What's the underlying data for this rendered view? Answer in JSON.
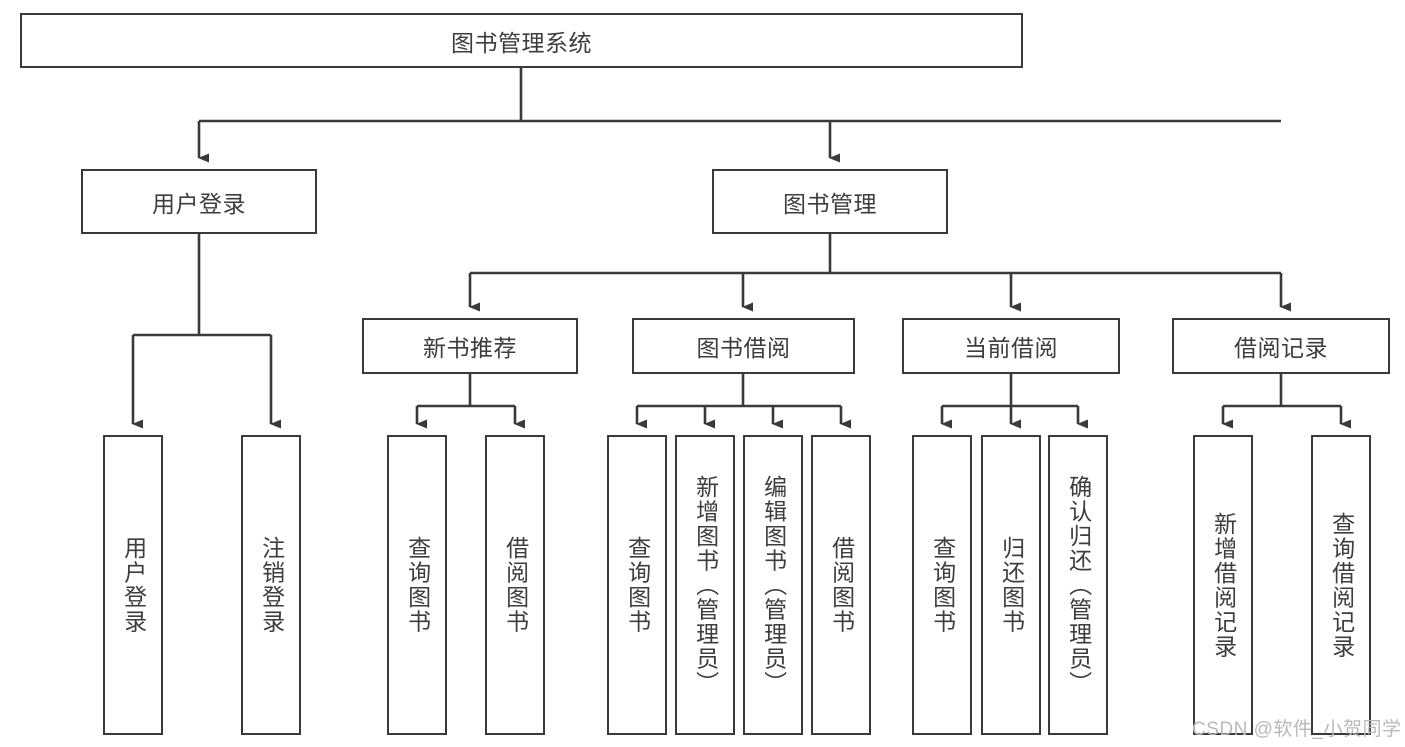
{
  "diagram": {
    "title": "图书管理系统",
    "type": "functional-structure-tree",
    "root": {
      "label": "图书管理系统"
    },
    "level2": [
      {
        "label": "用户登录"
      },
      {
        "label": "图书管理"
      }
    ],
    "level3": [
      {
        "label": "新书推荐"
      },
      {
        "label": "图书借阅"
      },
      {
        "label": "当前借阅"
      },
      {
        "label": "借阅记录"
      }
    ],
    "leaves": {
      "user_login": [
        {
          "label": "用户登录"
        },
        {
          "label": "注销登录"
        }
      ],
      "new_book_recommend": [
        {
          "label": "查询图书"
        },
        {
          "label": "借阅图书"
        }
      ],
      "book_borrow": [
        {
          "label": "查询图书"
        },
        {
          "label": "新增图书（管理员）"
        },
        {
          "label": "编辑图书（管理员）"
        },
        {
          "label": "借阅图书"
        }
      ],
      "current_borrow": [
        {
          "label": "查询图书"
        },
        {
          "label": "归还图书"
        },
        {
          "label": "确认归还（管理员）"
        }
      ],
      "borrow_record": [
        {
          "label": "新增借阅记录"
        },
        {
          "label": "查询借阅记录"
        }
      ]
    }
  },
  "watermark": {
    "text": "CSDN @软件_小贺同学"
  },
  "colors": {
    "stroke": "#3a3a3a",
    "fill": "#ffffff",
    "text": "#3d3d3d",
    "watermark": "#b9b9b9"
  }
}
